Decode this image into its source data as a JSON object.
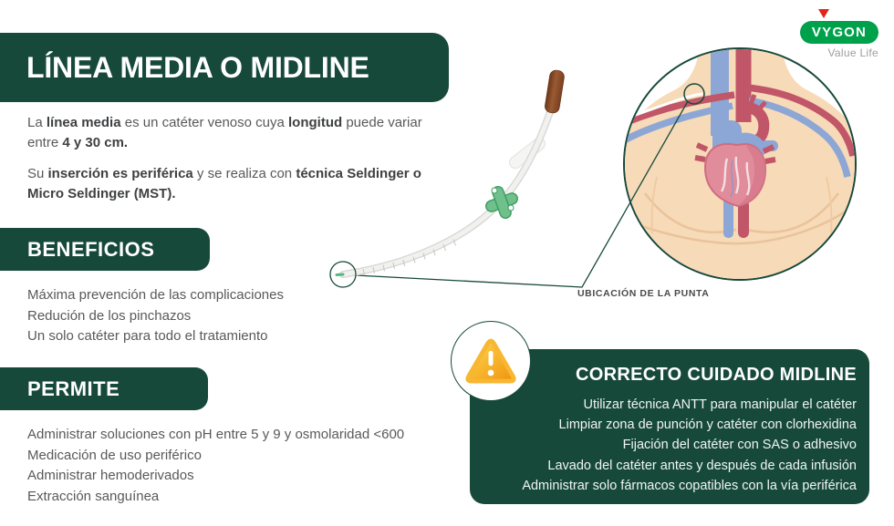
{
  "brand": {
    "name": "VYGON",
    "tagline": "Value Life"
  },
  "header": {
    "title": "LÍNEA MEDIA O MIDLINE"
  },
  "intro": {
    "p1l1": [
      {
        "t": "La ",
        "b": 0
      },
      {
        "t": "línea media",
        "b": 1
      },
      {
        "t": " es un catéter venoso cuya ",
        "b": 0
      },
      {
        "t": "longitud",
        "b": 1
      },
      {
        "t": " puede variar",
        "b": 0
      }
    ],
    "p1l2": [
      {
        "t": "entre ",
        "b": 0
      },
      {
        "t": "4 y 30 cm.",
        "b": 1
      }
    ],
    "p2l1": [
      {
        "t": "Su ",
        "b": 0
      },
      {
        "t": "inserción es periférica",
        "b": 1
      },
      {
        "t": " y se realiza con ",
        "b": 0
      },
      {
        "t": "técnica Seldinger o",
        "b": 1
      }
    ],
    "p2l2": [
      {
        "t": "Micro Seldinger (MST).",
        "b": 1
      }
    ]
  },
  "benefits": {
    "heading": "BENEFICIOS",
    "items": [
      "Máxima prevención de las complicaciones",
      "Redución de los pinchazos",
      "Un solo catéter para todo el tratamiento"
    ]
  },
  "permite": {
    "heading": "PERMITE",
    "items": [
      "Administrar soluciones con pH entre 5 y 9 y osmolaridad <600",
      "Medicación de uso periférico",
      "Administrar hemoderivados",
      "Extracción sanguínea"
    ]
  },
  "anatomy": {
    "caption": "UBICACIÓN DE LA PUNTA"
  },
  "care": {
    "heading": "CORRECTO CUIDADO MIDLINE",
    "items": [
      "Utilizar técnica ANTT para manipular el catéter",
      "Limpiar zona de punción y catéter con clorhexidina",
      "Fijación del catéter con SAS o adhesivo",
      "Lavado del catéter antes y después de cada infusión",
      "Administrar solo fármacos copatibles con la vía periférica"
    ]
  },
  "icons": {
    "warning": "warning-triangle",
    "securement": "securement-wings",
    "logo_arrow": "red-arrow-down"
  },
  "colors": {
    "dark_green": "#17493A",
    "logo_green": "#00A14B",
    "accent_red": "#E1251B",
    "warning_yellow": "#FFD94F",
    "warning_orange": "#F0930F",
    "text_gray": "#58595B",
    "text_dark": "#3F4042",
    "skin": "#F7DAB8",
    "vessel_blue": "#8CA6D6",
    "vessel_red": "#C05668",
    "heart_pink": "#E18C9B",
    "cross_green": "#6FC08B",
    "cap_brown": "#8A4A28"
  }
}
